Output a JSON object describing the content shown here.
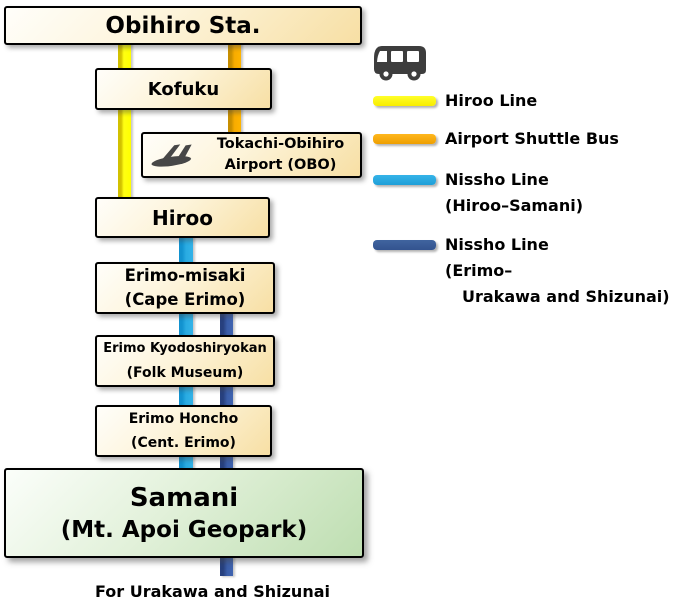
{
  "stations": {
    "obihiro": {
      "name": "Obihiro Sta."
    },
    "kofuku": {
      "name": "Kofuku"
    },
    "airport": {
      "line1": "Tokachi-Obihiro",
      "line2": "Airport (OBO)"
    },
    "hiroo": {
      "name": "Hiroo"
    },
    "erimo_misaki": {
      "line1": "Erimo-misaki",
      "line2": "(Cape Erimo)"
    },
    "folk_museum": {
      "line1": "Erimo Kyodoshiryokan",
      "line2": "(Folk Museum)"
    },
    "erimo_honcho": {
      "line1": "Erimo Honcho",
      "line2": "(Cent. Erimo)"
    },
    "samani": {
      "line1": "Samani",
      "line2": "(Mt. Apoi Geopark)"
    }
  },
  "footnote": "For Urakawa and Shizunai",
  "legend": {
    "items": [
      {
        "id": "hiroo-line",
        "color": "#f8ec00",
        "lines": [
          "Hiroo Line"
        ]
      },
      {
        "id": "airport-shuttle-bus",
        "color": "#f5a800",
        "lines": [
          "Airport Shuttle Bus"
        ]
      },
      {
        "id": "nissho-line-hiroo-samani",
        "color": "#29abe2",
        "lines": [
          "Nissho Line",
          "(Hiroo–Samani)"
        ]
      },
      {
        "id": "nissho-line-erimo-urakawa-shizunai",
        "color": "#3a5da8",
        "lines": [
          "Nissho Line",
          "(Erimo–",
          "Urakawa and Shizunai)"
        ]
      }
    ]
  },
  "icons": {
    "bus": "bus-icon",
    "airplane": "airplane-icon"
  },
  "route_colors": {
    "hiroo_line": "#ffee00",
    "airport_shuttle_bus": "#f5a800",
    "nissho_line_hiroo_samani": "#29abe2",
    "nissho_line_erimo": "#3a5da8"
  }
}
